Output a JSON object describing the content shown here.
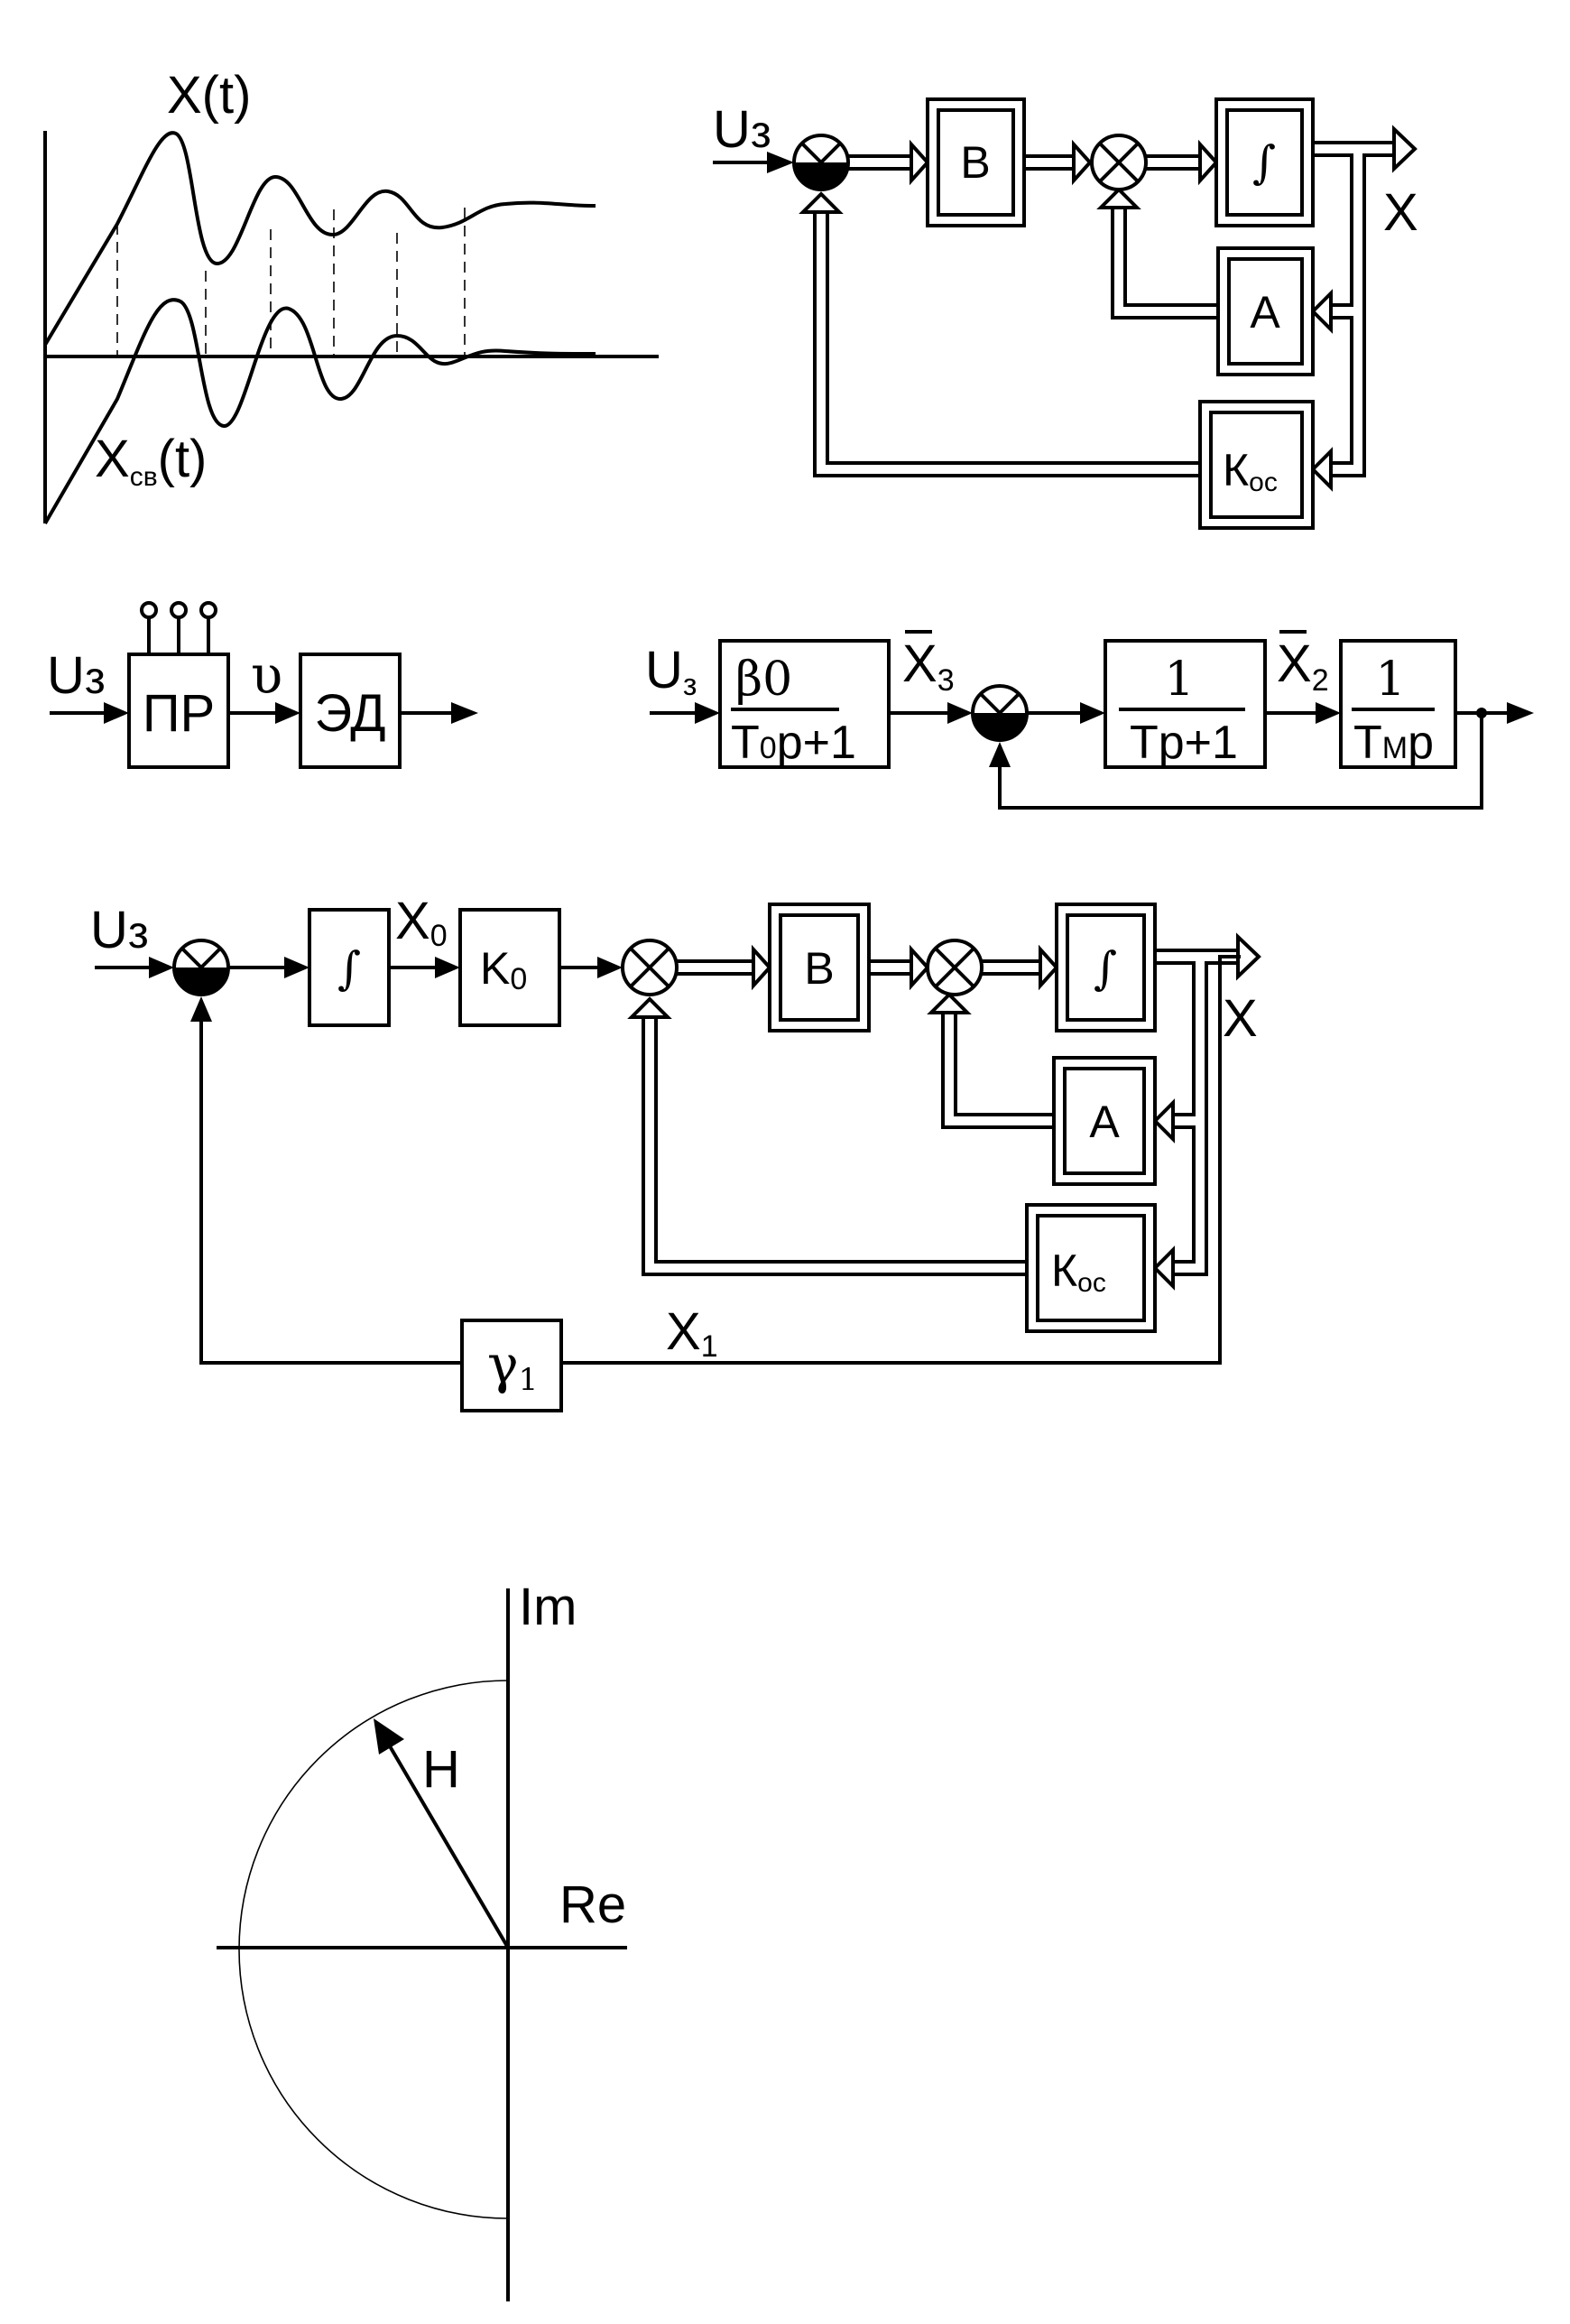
{
  "fig1": {
    "curve_top_label": "X(t)",
    "curve_bottom_label": "X",
    "curve_bottom_sub": "св",
    "curve_bottom_suffix": "(t)"
  },
  "fig2": {
    "input_label": "U",
    "input_sub": "з",
    "block_b": "В",
    "block_int": "∫",
    "block_a": "А",
    "block_koc": "К",
    "block_koc_sub": "ос",
    "output_label": "X"
  },
  "fig3": {
    "input_label": "U",
    "input_sub": "з",
    "block_pr": "ПР",
    "signal_label": "υ",
    "block_ed": "ЭД"
  },
  "fig4": {
    "input_label": "U",
    "input_sub": "з",
    "tf1_num": "β",
    "tf1_num_sub": "0",
    "tf1_den_a": "T",
    "tf1_den_a_sub": "0",
    "tf1_den_b": "p+1",
    "x3_label": "X",
    "x3_sub": "3",
    "tf2_num": "1",
    "tf2_den": "Tp+1",
    "x2_label": "X",
    "x2_sub": "2",
    "tf3_num": "1",
    "tf3_den_a": "T",
    "tf3_den_a_sub": "M",
    "tf3_den_b": "p"
  },
  "fig5": {
    "input_label": "U",
    "input_sub": "з",
    "block_int1": "∫",
    "x0_label": "X",
    "x0_sub": "0",
    "block_k0": "K",
    "block_k0_sub": "0",
    "block_b": "В",
    "block_int2": "∫",
    "block_a": "А",
    "block_koc": "К",
    "block_koc_sub": "ос",
    "output_label": "X",
    "block_gamma": "γ",
    "block_gamma_sub": "1",
    "x1_label": "X",
    "x1_sub": "1"
  },
  "fig6": {
    "im_label": "Im",
    "re_label": "Re",
    "vector_label": "H"
  }
}
